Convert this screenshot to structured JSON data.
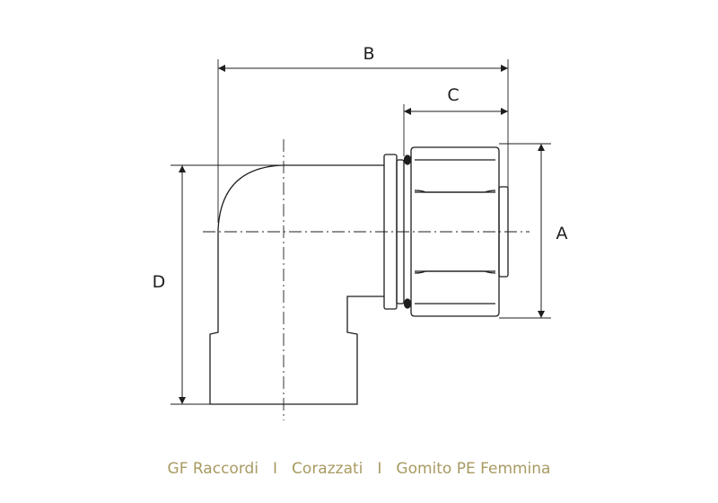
{
  "dimensions": {
    "a": "A",
    "b": "B",
    "c": "C",
    "d": "D"
  },
  "caption": {
    "brand": "GF Raccordi",
    "separator": "I",
    "category": "Corazzati",
    "product": "Gomito PE Femmina",
    "color": "#a89a62"
  },
  "colors": {
    "line": "#1e1e1e"
  }
}
